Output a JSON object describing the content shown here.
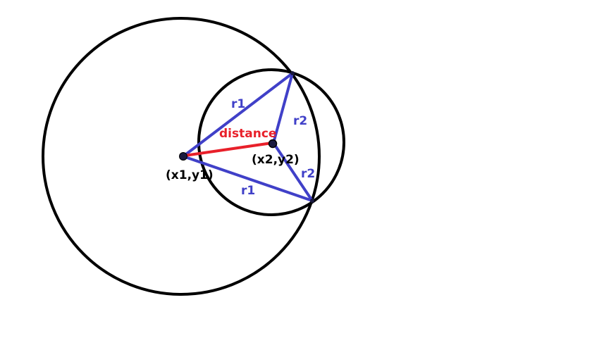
{
  "labels": {
    "r1_upper": "r1",
    "r1_lower": "r1",
    "r2_upper": "r2",
    "r2_lower": "r2",
    "distance": "distance",
    "center1": "(x1,y1)",
    "center2": "(x2,y2)"
  },
  "colors": {
    "circle": "#000000",
    "radius": "#4040c8",
    "distance": "#e8202a",
    "center_point": "#1a1a40"
  }
}
